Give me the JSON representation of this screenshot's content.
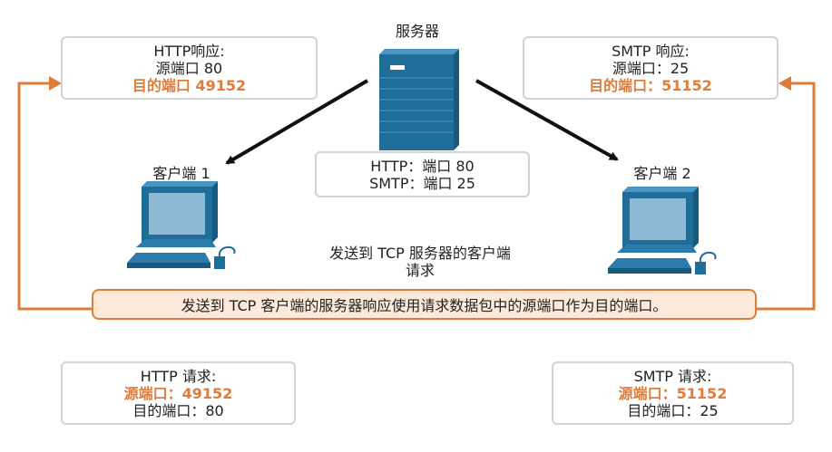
{
  "server": {
    "label": "服务器"
  },
  "client1": {
    "label": "客户端 1"
  },
  "client2": {
    "label": "客户端 2"
  },
  "server_ports": {
    "line1": "HTTP：端口 80",
    "line2": "SMTP：端口 25"
  },
  "http_response": {
    "title": "HTTP响应:",
    "source": "源端口 80",
    "dest": "目的端口 49152"
  },
  "smtp_response": {
    "title": "SMTP 响应:",
    "source": "源端口：25",
    "dest": "目的端口：51152"
  },
  "http_request": {
    "title": "HTTP 请求:",
    "source": "源端口：49152",
    "dest": "目的端口：80"
  },
  "smtp_request": {
    "title": "SMTP 请求:",
    "source": "源端口：51152",
    "dest": "目的端口：25"
  },
  "client_request_caption": {
    "line1": "发送到 TCP 服务器的客户端",
    "line2": "请求"
  },
  "banner": {
    "text": "发送到 TCP 客户端的服务器响应使用请求数据包中的源端口作为目的端口。"
  },
  "colors": {
    "accent": "#e07b39",
    "device": "#1f6d99",
    "banner_bg": "#fde9d9"
  }
}
